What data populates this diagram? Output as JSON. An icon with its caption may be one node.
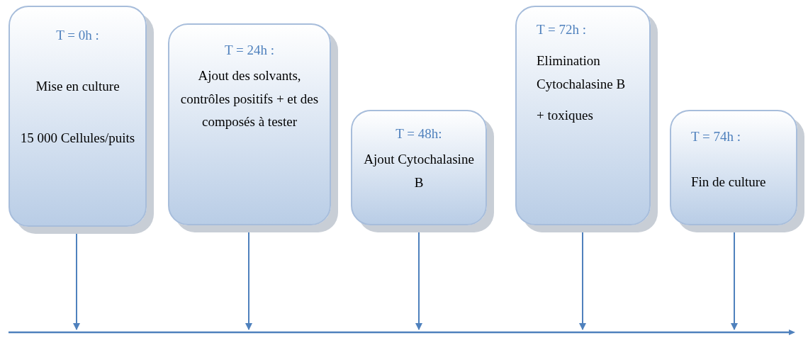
{
  "diagram": {
    "nodes": [
      {
        "text": [
          "T = 0h :",
          "Mise en culture",
          "15 000 Cellules/puits"
        ]
      },
      {
        "text": [
          "T = 24h :",
          "Ajout des solvants, contrôles positifs + et des composés à tester"
        ]
      },
      {
        "text": [
          "T = 48h:",
          "Ajout Cytochalasine B"
        ]
      },
      {
        "text": [
          "T = 72h :",
          "Elimination Cytochalasine B",
          "+ toxiques"
        ]
      },
      {
        "text": [
          "T = 74h :",
          "Fin de culture"
        ]
      },
      {
        "text": [],
        "shape": "bar"
      }
    ],
    "edges": [
      {
        "from": 0,
        "to": 5,
        "arrow": "to"
      },
      {
        "from": 1,
        "to": 5,
        "arrow": "to"
      },
      {
        "from": 2,
        "to": 5,
        "arrow": "to"
      },
      {
        "from": 3,
        "to": 5,
        "arrow": "to"
      },
      {
        "from": 4,
        "to": 5,
        "arrow": "to"
      }
    ]
  }
}
